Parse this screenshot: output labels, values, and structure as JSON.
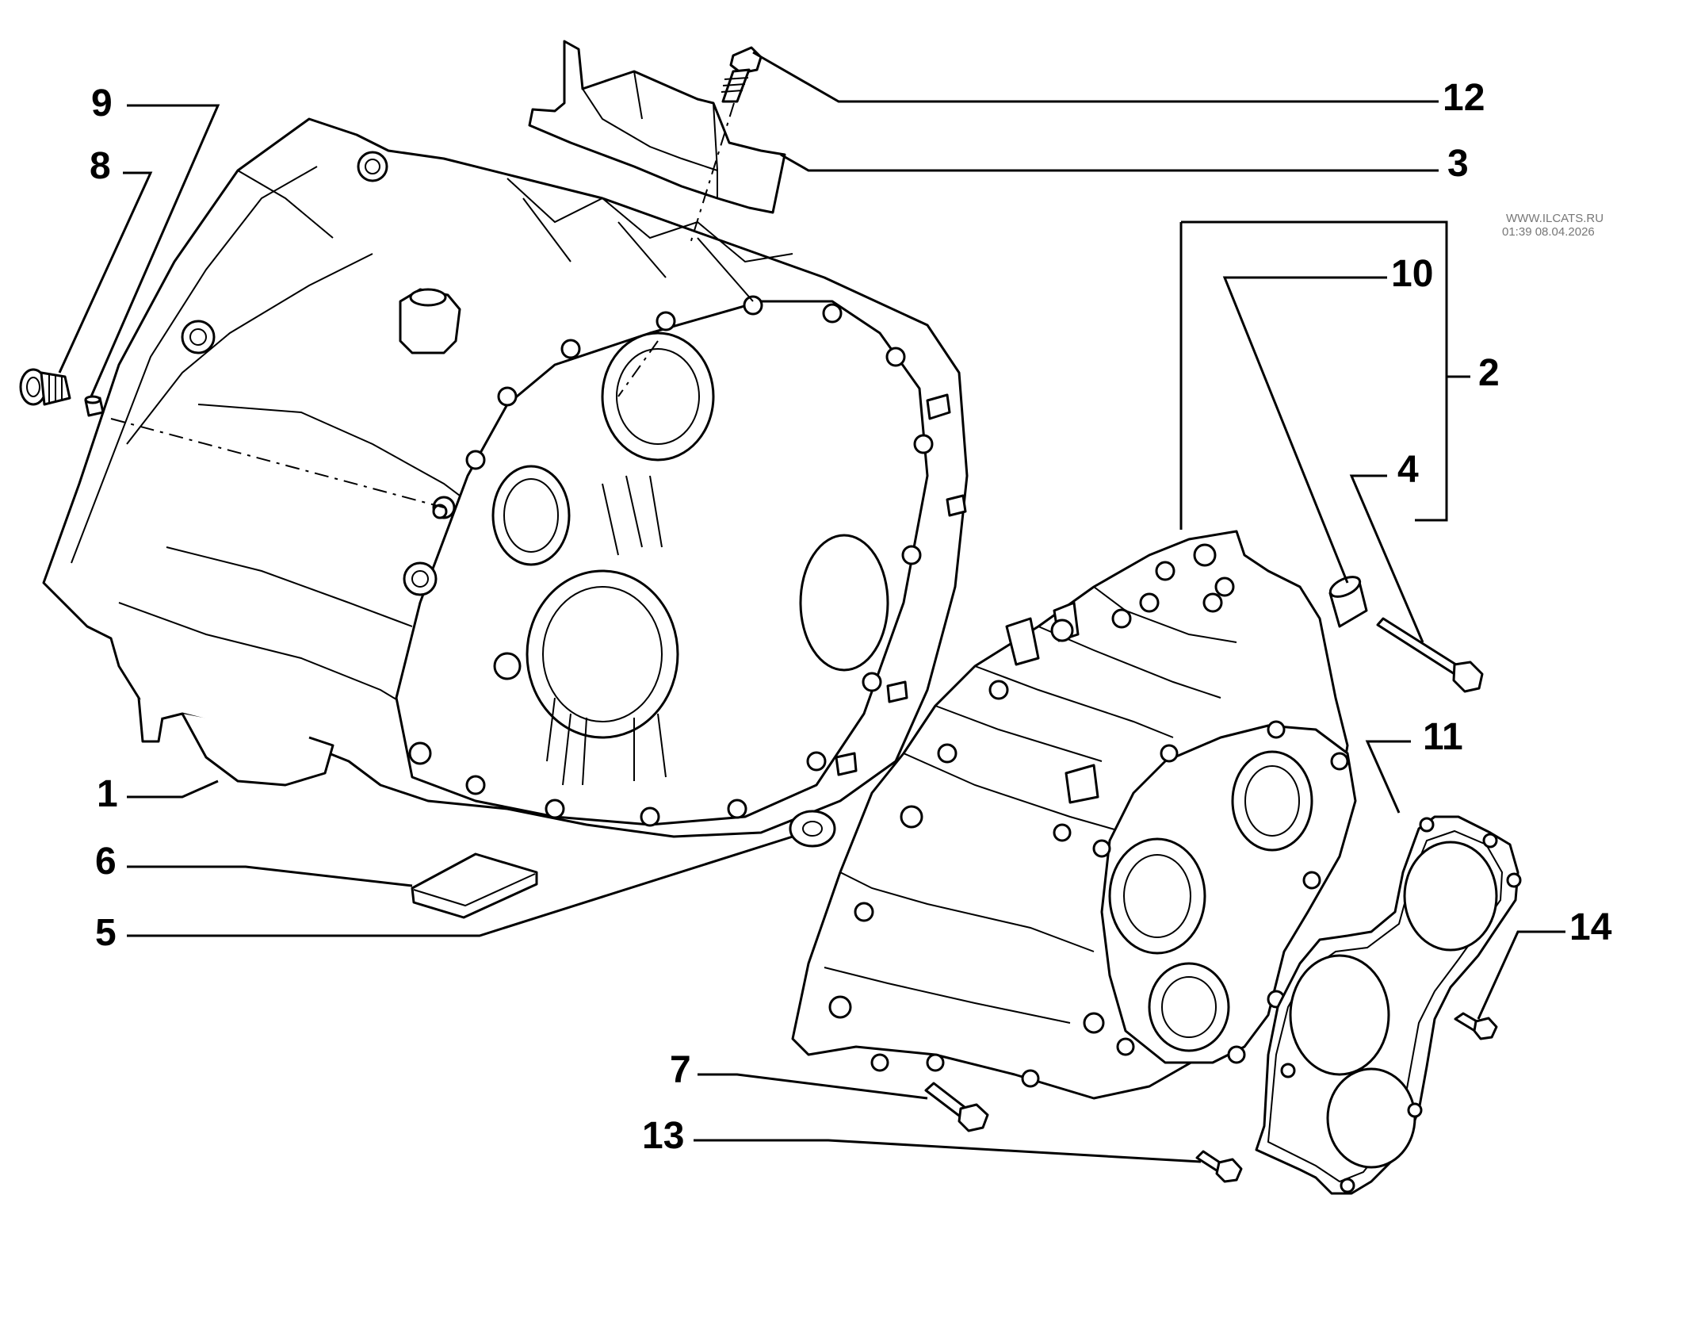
{
  "watermark": {
    "site": "WWW.ILCATS.RU",
    "timestamp": "01:39 08.04.2026"
  },
  "callouts": {
    "c1": "1",
    "c2": "2",
    "c3": "3",
    "c4": "4",
    "c5": "5",
    "c6": "6",
    "c7": "7",
    "c8": "8",
    "c9": "9",
    "c10": "10",
    "c11": "11",
    "c12": "12",
    "c13": "13",
    "c14": "14"
  }
}
